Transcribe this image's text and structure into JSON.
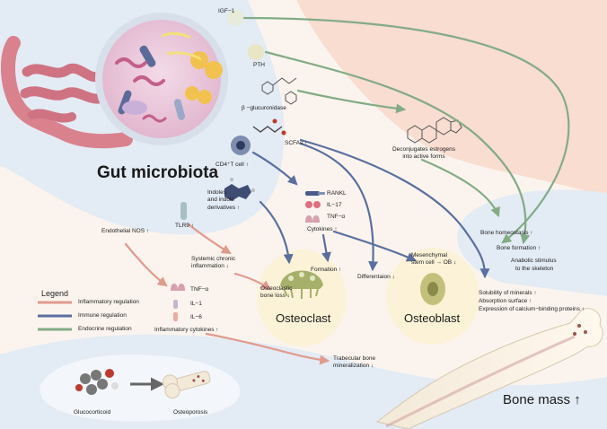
{
  "title": "Gut microbiota",
  "colors": {
    "inflammatory": "#e29a8d",
    "immune": "#5a6f9f",
    "endocrine": "#83ab86",
    "background": "#fbf4ee",
    "blue_zone": "#e3ebf4",
    "pink_zone": "#f8ddd0",
    "cell_fill": "#fbf2d7"
  },
  "signals": {
    "igf1": "IGF−1",
    "pth": "PTH",
    "beta_glucuronidase": "β −glucuronidase",
    "scfas": "SCFAs ↑",
    "cd4": "CD4⁺T cell ↑",
    "indoles": [
      "Indoles",
      "and indole",
      "derivatives ↑"
    ],
    "tlr9": "TLR9 ↑",
    "endothelial_nos": "Endothelial NOS ↑"
  },
  "estrogen": {
    "line1": "Deconjugates estrogens",
    "line2": "into active forms"
  },
  "immune_cytokines": {
    "rankl": "RANKL",
    "il17": "IL−17",
    "tnf": "TNF−α",
    "summary": "Cytokines ↑"
  },
  "inflammatory_cytokines": {
    "tnf": "TNF−α",
    "il1": "IL−1",
    "il6": "IL−6",
    "summary": "Inflammatory cytokines ↑"
  },
  "systemic": {
    "line1": "Systemic chronic",
    "line2": "inflammation ↓"
  },
  "osteoclast": {
    "name": "Osteoclast",
    "formation": "Formation ↑",
    "differentiation": "Differentaion ↓",
    "bone_loss_1": "Osteoclastic",
    "bone_loss_2": "bone loss ↓"
  },
  "osteoblast": {
    "name": "Osteoblast",
    "msc_1": "Mesenchymal",
    "msc_2": "stem cell → OB ↓"
  },
  "endocrine_effects": {
    "homeostasis": "Bone homeostasis ↑",
    "formation": "Bone formation ↑",
    "anabolic_1": "Anabolic stimulus",
    "anabolic_2": "to the skeleton"
  },
  "mineral": {
    "l1": "Solubility of minerals ↑",
    "l2": "Absorption surface ↑",
    "l3": "Expression of calcium−binding proteins ↑"
  },
  "trabecular": {
    "line1": "Trabecular bone",
    "line2": "mineralization ↓"
  },
  "glucocorticoid": {
    "drug": "Glucocorticoid",
    "outcome": "Osteoporosis"
  },
  "bone_mass": "Bone mass ↑",
  "legend": {
    "title": "Legend",
    "items": [
      {
        "label": "Inflammatory regulation",
        "color": "#e29a8d"
      },
      {
        "label": "Immune regulation",
        "color": "#5a6f9f"
      },
      {
        "label": "Endocrine regulation",
        "color": "#83ab86"
      }
    ]
  }
}
